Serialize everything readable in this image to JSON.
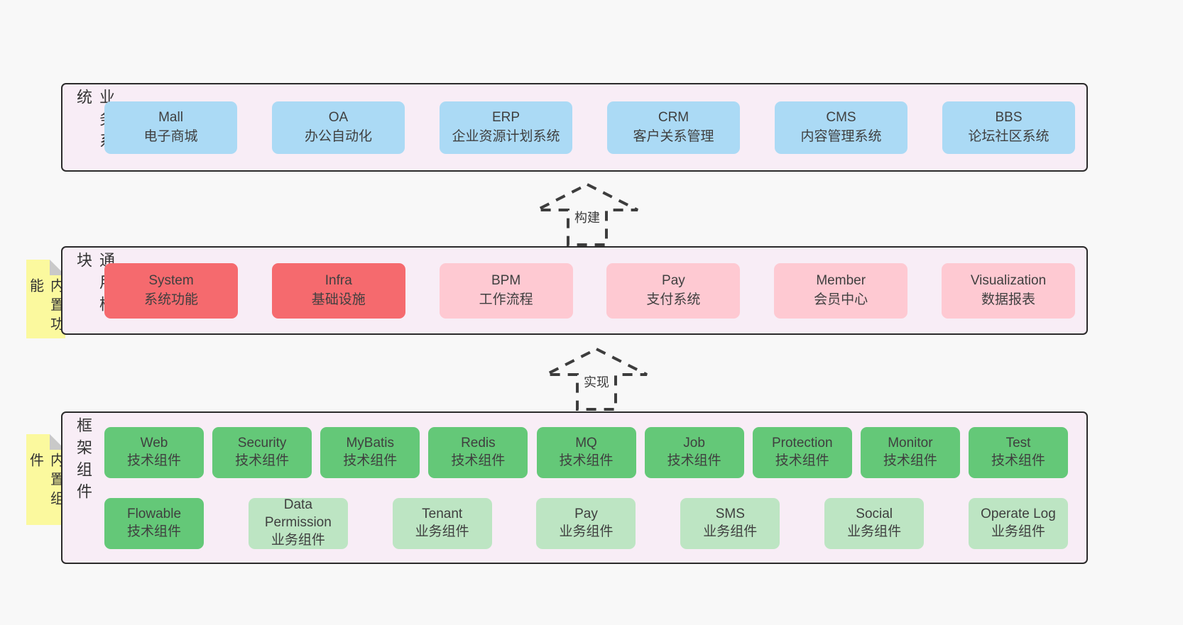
{
  "palette": {
    "page_background": "#f8f8f8",
    "band_background": "#f8edf6",
    "band_border": "#2b2b2b",
    "blue_box": "#abdaf5",
    "red_box": "#f56a6e",
    "pink_box": "#fec9d2",
    "green_box": "#64c878",
    "green_light_box": "#bde5c3",
    "sticky_yellow": "#fbf99e",
    "sticky_fold_gray": "#c9c9c9",
    "text": "#3d3d3d"
  },
  "arrows": [
    {
      "label": "构建"
    },
    {
      "label": "实现"
    }
  ],
  "bands": [
    {
      "label": "业务系统",
      "boxes": [
        {
          "name": "Mall",
          "subtitle": "电子商城",
          "variant": "blue"
        },
        {
          "name": "OA",
          "subtitle": "办公自动化",
          "variant": "blue"
        },
        {
          "name": "ERP",
          "subtitle": "企业资源计划系统",
          "variant": "blue"
        },
        {
          "name": "CRM",
          "subtitle": "客户关系管理",
          "variant": "blue"
        },
        {
          "name": "CMS",
          "subtitle": "内容管理系统",
          "variant": "blue"
        },
        {
          "name": "BBS",
          "subtitle": "论坛社区系统",
          "variant": "blue"
        }
      ]
    },
    {
      "label": "通用模块",
      "sticky": "内置功能",
      "boxes": [
        {
          "name": "System",
          "subtitle": "系统功能",
          "variant": "red"
        },
        {
          "name": "Infra",
          "subtitle": "基础设施",
          "variant": "red"
        },
        {
          "name": "BPM",
          "subtitle": "工作流程",
          "variant": "pink"
        },
        {
          "name": "Pay",
          "subtitle": "支付系统",
          "variant": "pink"
        },
        {
          "name": "Member",
          "subtitle": "会员中心",
          "variant": "pink"
        },
        {
          "name": "Visualization",
          "subtitle": "数据报表",
          "variant": "pink"
        }
      ]
    },
    {
      "label": "框架组件",
      "sticky": "内置组件",
      "boxes": [
        {
          "name": "Web",
          "subtitle": "技术组件",
          "variant": "green"
        },
        {
          "name": "Security",
          "subtitle": "技术组件",
          "variant": "green"
        },
        {
          "name": "MyBatis",
          "subtitle": "技术组件",
          "variant": "green"
        },
        {
          "name": "Redis",
          "subtitle": "技术组件",
          "variant": "green"
        },
        {
          "name": "MQ",
          "subtitle": "技术组件",
          "variant": "green"
        },
        {
          "name": "Job",
          "subtitle": "技术组件",
          "variant": "green"
        },
        {
          "name": "Protection",
          "subtitle": "技术组件",
          "variant": "green"
        },
        {
          "name": "Monitor",
          "subtitle": "技术组件",
          "variant": "green"
        },
        {
          "name": "Test",
          "subtitle": "技术组件",
          "variant": "green"
        },
        {
          "name": "Flowable",
          "subtitle": "技术组件",
          "variant": "green"
        },
        {
          "name": "Data Permission",
          "subtitle": "业务组件",
          "variant": "green-light"
        },
        {
          "name": "Tenant",
          "subtitle": "业务组件",
          "variant": "green-light"
        },
        {
          "name": "Pay",
          "subtitle": "业务组件",
          "variant": "green-light"
        },
        {
          "name": "SMS",
          "subtitle": "业务组件",
          "variant": "green-light"
        },
        {
          "name": "Social",
          "subtitle": "业务组件",
          "variant": "green-light"
        },
        {
          "name": "Operate Log",
          "subtitle": "业务组件",
          "variant": "green-light"
        }
      ]
    }
  ]
}
